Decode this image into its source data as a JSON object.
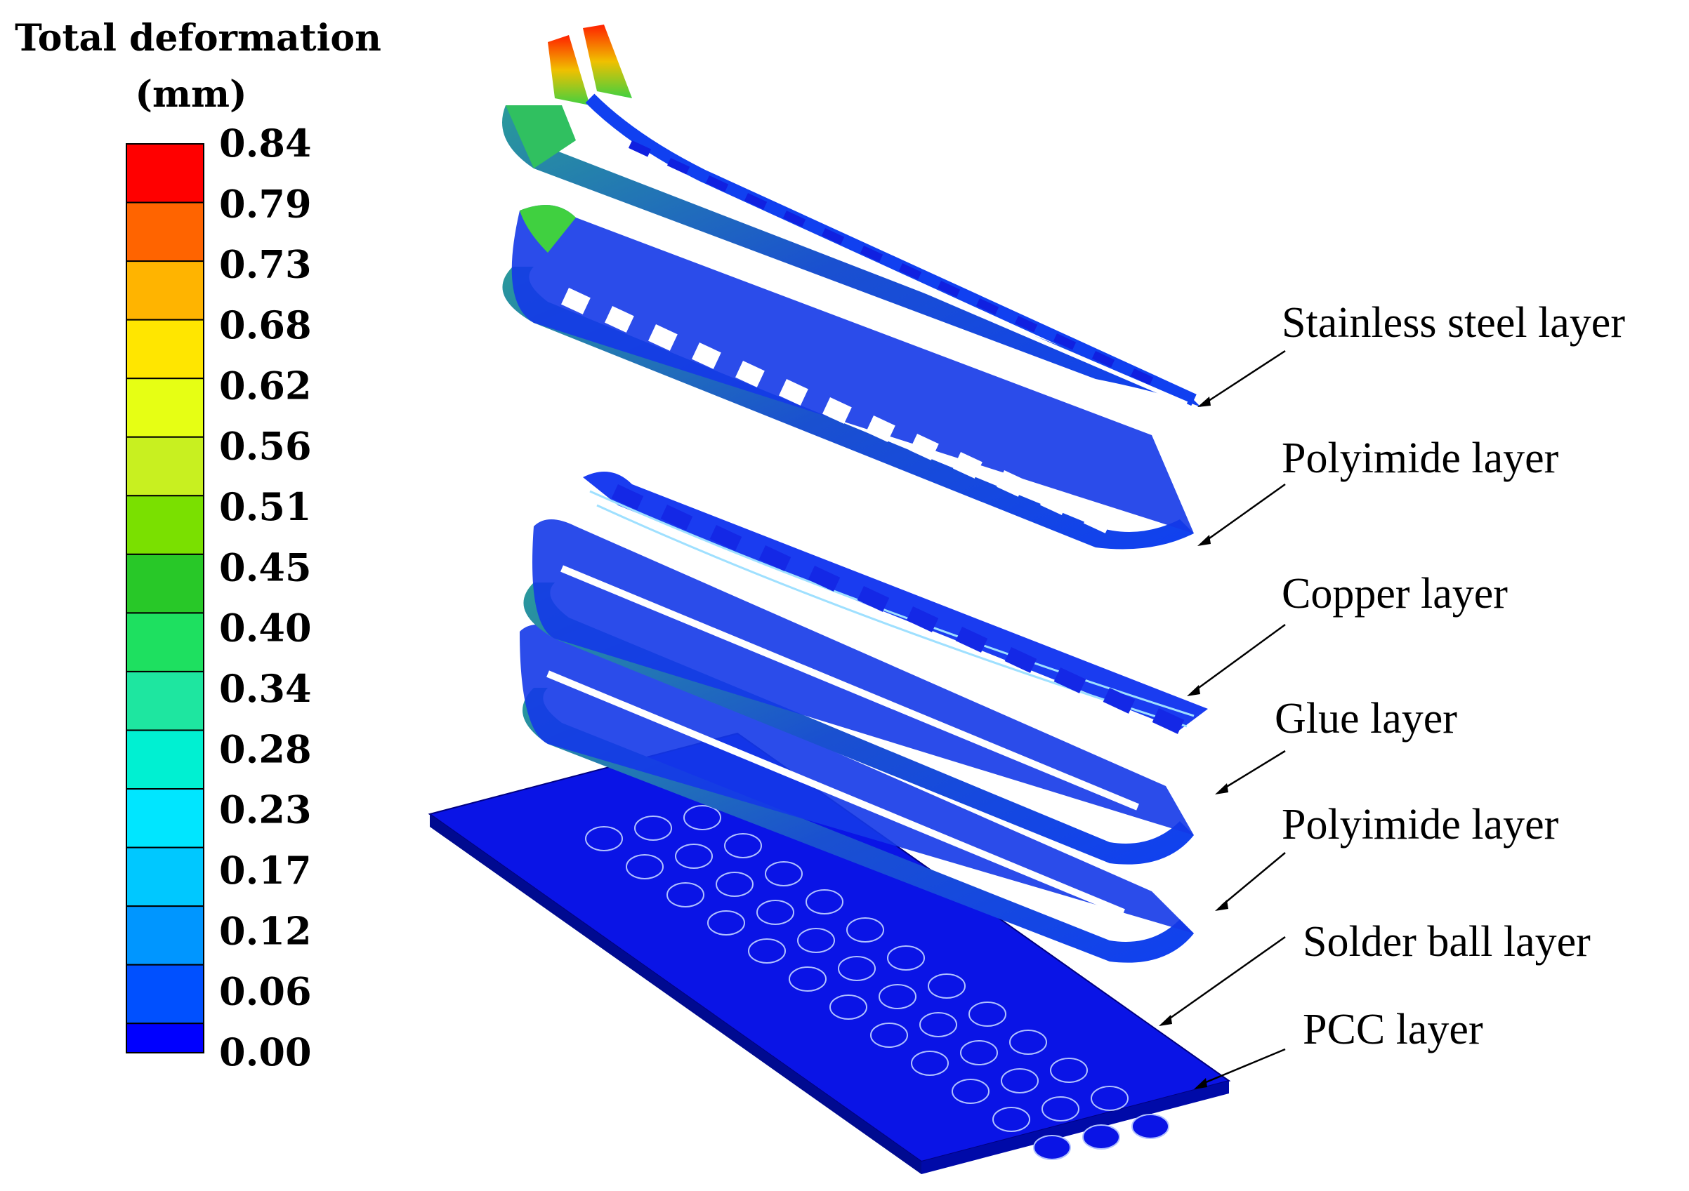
{
  "legend": {
    "title_line1": "Total deformation",
    "title_line2": "(mm)",
    "ticks": [
      "0.84",
      "0.79",
      "0.73",
      "0.68",
      "0.62",
      "0.56",
      "0.51",
      "0.45",
      "0.40",
      "0.34",
      "0.28",
      "0.23",
      "0.17",
      "0.12",
      "0.06",
      "0.00"
    ],
    "colors": [
      "#ff0000",
      "#ff6400",
      "#ffb400",
      "#ffe600",
      "#e6ff14",
      "#c8f020",
      "#7ae000",
      "#28c828",
      "#1ee060",
      "#1ee6a0",
      "#00f0d2",
      "#00e6ff",
      "#00c8ff",
      "#0096ff",
      "#0050ff",
      "#0000ff"
    ]
  },
  "layers": [
    {
      "label": "Stainless steel layer"
    },
    {
      "label": "Polyimide layer"
    },
    {
      "label": "Copper layer"
    },
    {
      "label": "Glue layer"
    },
    {
      "label": "Polyimide layer"
    },
    {
      "label": "Solder ball layer"
    },
    {
      "label": "PCC layer"
    }
  ]
}
